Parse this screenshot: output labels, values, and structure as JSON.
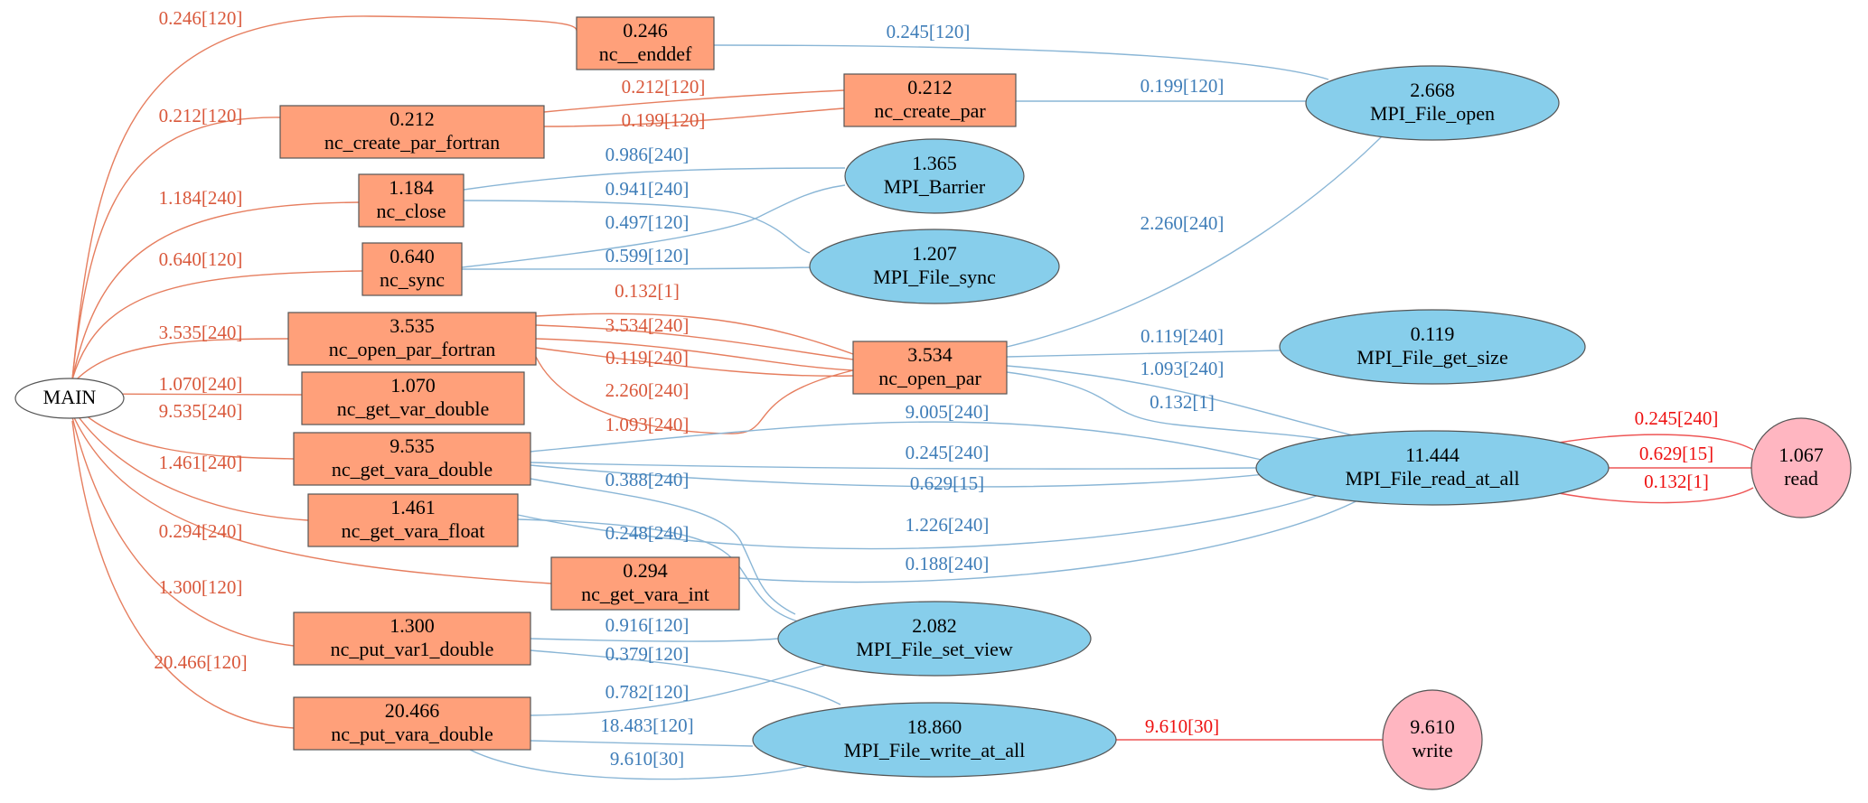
{
  "colors": {
    "nc_fill": "#FFA07A",
    "mpi_fill": "#87CEEB",
    "posix_fill": "#FFB6C1",
    "main_fill": "#FFFFFF",
    "edge_nc": "#E67E5F",
    "edge_mpi": "#8AB6D6",
    "edge_posix": "#EE5555",
    "label_nc": "#D9583B",
    "label_mpi": "#3E7DB8",
    "label_posix": "#EE1111",
    "stroke": "#555555"
  },
  "nodes": [
    {
      "id": "MAIN",
      "shape": "ellipse",
      "kind": "main",
      "value": "",
      "name": "MAIN"
    },
    {
      "id": "nc__enddef",
      "shape": "box",
      "kind": "nc",
      "value": "0.246",
      "name": "nc__enddef"
    },
    {
      "id": "nc_create_par_fortran",
      "shape": "box",
      "kind": "nc",
      "value": "0.212",
      "name": "nc_create_par_fortran"
    },
    {
      "id": "nc_close",
      "shape": "box",
      "kind": "nc",
      "value": "1.184",
      "name": "nc_close"
    },
    {
      "id": "nc_sync",
      "shape": "box",
      "kind": "nc",
      "value": "0.640",
      "name": "nc_sync"
    },
    {
      "id": "nc_open_par_fortran",
      "shape": "box",
      "kind": "nc",
      "value": "3.535",
      "name": "nc_open_par_fortran"
    },
    {
      "id": "nc_get_var_double",
      "shape": "box",
      "kind": "nc",
      "value": "1.070",
      "name": "nc_get_var_double"
    },
    {
      "id": "nc_get_vara_double",
      "shape": "box",
      "kind": "nc",
      "value": "9.535",
      "name": "nc_get_vara_double"
    },
    {
      "id": "nc_get_vara_float",
      "shape": "box",
      "kind": "nc",
      "value": "1.461",
      "name": "nc_get_vara_float"
    },
    {
      "id": "nc_get_vara_int",
      "shape": "box",
      "kind": "nc",
      "value": "0.294",
      "name": "nc_get_vara_int"
    },
    {
      "id": "nc_put_var1_double",
      "shape": "box",
      "kind": "nc",
      "value": "1.300",
      "name": "nc_put_var1_double"
    },
    {
      "id": "nc_put_vara_double",
      "shape": "box",
      "kind": "nc",
      "value": "20.466",
      "name": "nc_put_vara_double"
    },
    {
      "id": "nc_create_par",
      "shape": "box",
      "kind": "nc",
      "value": "0.212",
      "name": "nc_create_par"
    },
    {
      "id": "nc_open_par",
      "shape": "box",
      "kind": "nc",
      "value": "3.534",
      "name": "nc_open_par"
    },
    {
      "id": "MPI_Barrier",
      "shape": "ellipse",
      "kind": "mpi",
      "value": "1.365",
      "name": "MPI_Barrier"
    },
    {
      "id": "MPI_File_sync",
      "shape": "ellipse",
      "kind": "mpi",
      "value": "1.207",
      "name": "MPI_File_sync"
    },
    {
      "id": "MPI_File_open",
      "shape": "ellipse",
      "kind": "mpi",
      "value": "2.668",
      "name": "MPI_File_open"
    },
    {
      "id": "MPI_File_get_size",
      "shape": "ellipse",
      "kind": "mpi",
      "value": "0.119",
      "name": "MPI_File_get_size"
    },
    {
      "id": "MPI_File_read_at_all",
      "shape": "ellipse",
      "kind": "mpi",
      "value": "11.444",
      "name": "MPI_File_read_at_all"
    },
    {
      "id": "MPI_File_set_view",
      "shape": "ellipse",
      "kind": "mpi",
      "value": "2.082",
      "name": "MPI_File_set_view"
    },
    {
      "id": "MPI_File_write_at_all",
      "shape": "ellipse",
      "kind": "mpi",
      "value": "18.860",
      "name": "MPI_File_write_at_all"
    },
    {
      "id": "read",
      "shape": "circle",
      "kind": "posix",
      "value": "1.067",
      "name": "read"
    },
    {
      "id": "write",
      "shape": "circle",
      "kind": "posix",
      "value": "9.610",
      "name": "write"
    }
  ],
  "edges": [
    {
      "from": "MAIN",
      "to": "nc__enddef",
      "kind": "nc",
      "label": "0.246[120]"
    },
    {
      "from": "MAIN",
      "to": "nc_create_par_fortran",
      "kind": "nc",
      "label": "0.212[120]"
    },
    {
      "from": "MAIN",
      "to": "nc_close",
      "kind": "nc",
      "label": "1.184[240]"
    },
    {
      "from": "MAIN",
      "to": "nc_sync",
      "kind": "nc",
      "label": "0.640[120]"
    },
    {
      "from": "MAIN",
      "to": "nc_open_par_fortran",
      "kind": "nc",
      "label": "3.535[240]"
    },
    {
      "from": "MAIN",
      "to": "nc_get_var_double",
      "kind": "nc",
      "label": "1.070[240]"
    },
    {
      "from": "MAIN",
      "to": "nc_get_vara_double",
      "kind": "nc",
      "label": "9.535[240]"
    },
    {
      "from": "MAIN",
      "to": "nc_get_vara_float",
      "kind": "nc",
      "label": "1.461[240]"
    },
    {
      "from": "MAIN",
      "to": "nc_get_vara_int",
      "kind": "nc",
      "label": "0.294[240]"
    },
    {
      "from": "MAIN",
      "to": "nc_put_var1_double",
      "kind": "nc",
      "label": "1.300[120]"
    },
    {
      "from": "MAIN",
      "to": "nc_put_vara_double",
      "kind": "nc",
      "label": "20.466[120]"
    },
    {
      "from": "nc__enddef",
      "to": "MPI_File_open",
      "kind": "mpi",
      "label": "0.245[120]"
    },
    {
      "from": "nc_create_par_fortran",
      "to": "nc_create_par",
      "kind": "nc",
      "label": "0.212[120]"
    },
    {
      "from": "nc_create_par_fortran",
      "to": "nc_create_par",
      "kind": "nc",
      "label": "0.199[120]"
    },
    {
      "from": "nc_create_par",
      "to": "MPI_File_open",
      "kind": "mpi",
      "label": "0.199[120]"
    },
    {
      "from": "nc_close",
      "to": "MPI_Barrier",
      "kind": "mpi",
      "label": "0.986[240]"
    },
    {
      "from": "nc_close",
      "to": "MPI_File_sync",
      "kind": "mpi",
      "label": "0.941[240]"
    },
    {
      "from": "nc_sync",
      "to": "MPI_Barrier",
      "kind": "mpi",
      "label": "0.497[120]"
    },
    {
      "from": "nc_sync",
      "to": "MPI_File_sync",
      "kind": "mpi",
      "label": "0.599[120]"
    },
    {
      "from": "nc_open_par",
      "to": "MPI_File_open",
      "kind": "mpi",
      "label": "2.260[240]"
    },
    {
      "from": "nc_open_par_fortran",
      "to": "nc_open_par",
      "kind": "nc",
      "label": "0.132[1]"
    },
    {
      "from": "nc_open_par_fortran",
      "to": "nc_open_par",
      "kind": "nc",
      "label": "3.534[240]"
    },
    {
      "from": "nc_open_par_fortran",
      "to": "nc_open_par",
      "kind": "nc",
      "label": "0.119[240]"
    },
    {
      "from": "nc_open_par_fortran",
      "to": "nc_open_par",
      "kind": "nc",
      "label": "2.260[240]"
    },
    {
      "from": "nc_open_par_fortran",
      "to": "nc_open_par",
      "kind": "nc",
      "label": "1.093[240]"
    },
    {
      "from": "nc_open_par",
      "to": "MPI_File_get_size",
      "kind": "mpi",
      "label": "0.119[240]"
    },
    {
      "from": "nc_open_par",
      "to": "MPI_File_read_at_all",
      "kind": "mpi",
      "label": "1.093[240]"
    },
    {
      "from": "nc_open_par",
      "to": "MPI_File_read_at_all",
      "kind": "mpi",
      "label": "0.132[1]"
    },
    {
      "from": "nc_get_vara_double",
      "to": "MPI_File_read_at_all",
      "kind": "mpi",
      "label": "9.005[240]"
    },
    {
      "from": "nc_get_vara_double",
      "to": "MPI_File_read_at_all",
      "kind": "mpi",
      "label": "0.245[240]"
    },
    {
      "from": "nc_get_vara_double",
      "to": "MPI_File_read_at_all",
      "kind": "mpi",
      "label": "0.629[15]"
    },
    {
      "from": "nc_get_vara_double",
      "to": "MPI_File_set_view",
      "kind": "mpi",
      "label": "0.388[240]"
    },
    {
      "from": "nc_get_vara_float",
      "to": "MPI_File_read_at_all",
      "kind": "mpi",
      "label": "1.226[240]"
    },
    {
      "from": "nc_get_vara_float",
      "to": "MPI_File_set_view",
      "kind": "mpi",
      "label": "0.248[240]"
    },
    {
      "from": "nc_get_vara_int",
      "to": "MPI_File_read_at_all",
      "kind": "mpi",
      "label": "0.188[240]"
    },
    {
      "from": "nc_put_var1_double",
      "to": "MPI_File_set_view",
      "kind": "mpi",
      "label": "0.916[120]"
    },
    {
      "from": "nc_put_var1_double",
      "to": "MPI_File_write_at_all",
      "kind": "mpi",
      "label": "0.379[120]"
    },
    {
      "from": "nc_put_vara_double",
      "to": "MPI_File_set_view",
      "kind": "mpi",
      "label": "0.782[120]"
    },
    {
      "from": "nc_put_vara_double",
      "to": "MPI_File_write_at_all",
      "kind": "mpi",
      "label": "18.483[120]"
    },
    {
      "from": "nc_put_vara_double",
      "to": "MPI_File_write_at_all",
      "kind": "mpi",
      "label": "9.610[30]"
    },
    {
      "from": "MPI_File_read_at_all",
      "to": "read",
      "kind": "posix",
      "label": "0.245[240]"
    },
    {
      "from": "MPI_File_read_at_all",
      "to": "read",
      "kind": "posix",
      "label": "0.629[15]"
    },
    {
      "from": "MPI_File_read_at_all",
      "to": "read",
      "kind": "posix",
      "label": "0.132[1]"
    },
    {
      "from": "MPI_File_write_at_all",
      "to": "write",
      "kind": "posix",
      "label": "9.610[30]"
    }
  ]
}
